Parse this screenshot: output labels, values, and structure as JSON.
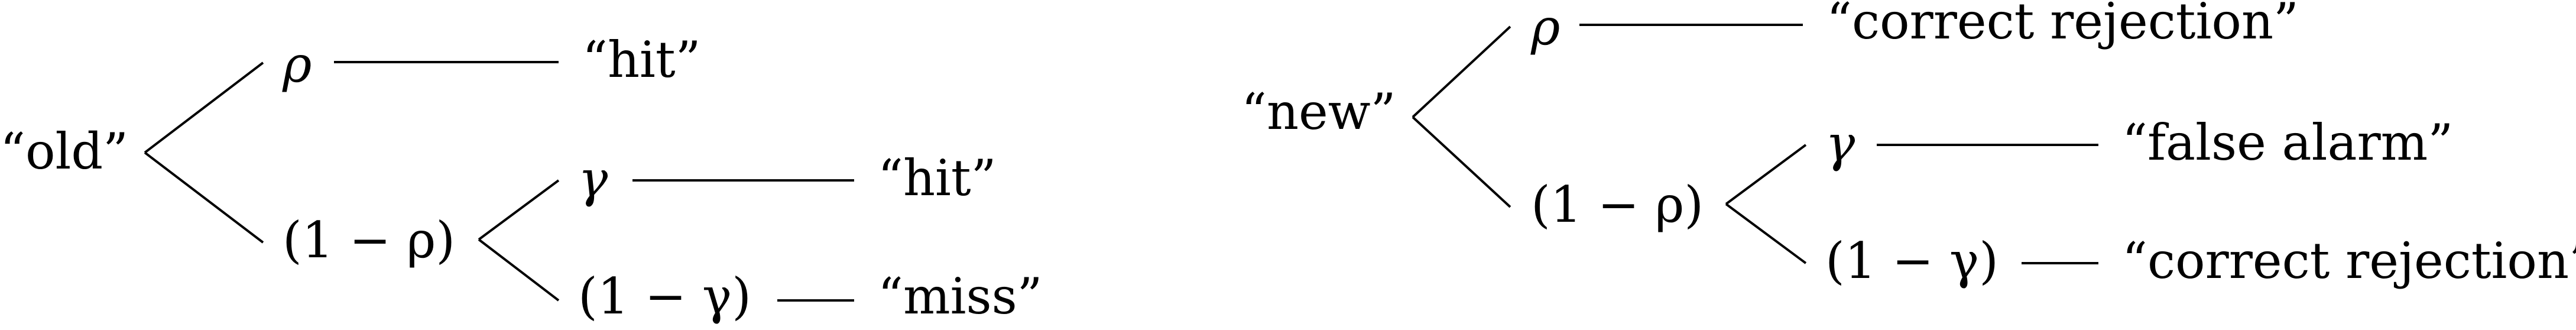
{
  "colors": {
    "ink": "#000000",
    "background": "#ffffff"
  },
  "trees": [
    {
      "root": "“old”",
      "branches": [
        {
          "prob": "ρ",
          "outcome": "“hit”"
        },
        {
          "prob": "(1 − ρ)",
          "branches": [
            {
              "prob": "γ",
              "outcome": "“hit”"
            },
            {
              "prob": "(1 − γ)",
              "outcome": "“miss”"
            }
          ]
        }
      ]
    },
    {
      "root": "“new”",
      "branches": [
        {
          "prob": "ρ",
          "outcome": "“correct rejection”"
        },
        {
          "prob": "(1 − ρ)",
          "branches": [
            {
              "prob": "γ",
              "outcome": "“false alarm”"
            },
            {
              "prob": "(1 − γ)",
              "outcome": "“correct rejection”"
            }
          ]
        }
      ]
    }
  ]
}
